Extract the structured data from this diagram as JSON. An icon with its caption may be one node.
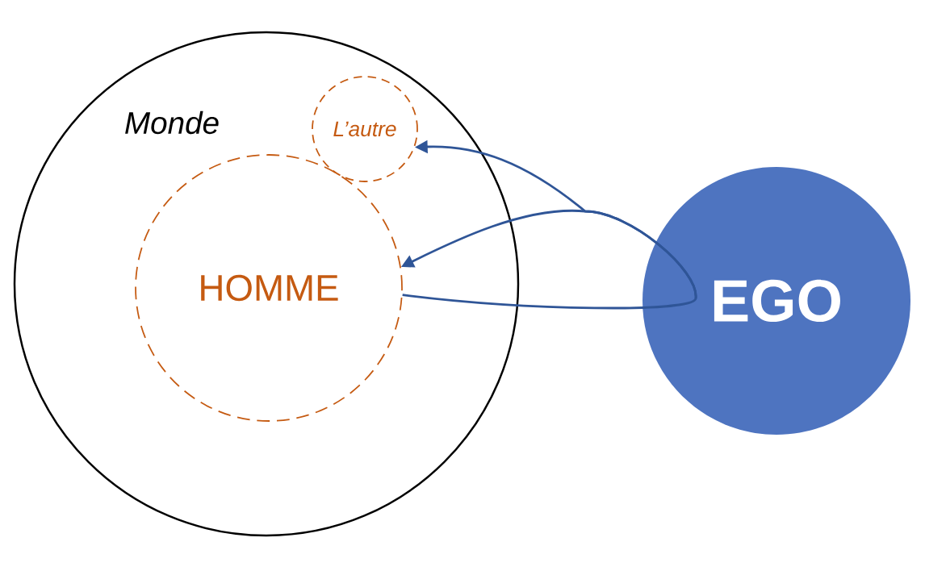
{
  "diagram": {
    "nodes": [
      {
        "text": [
          "Monde"
        ]
      },
      {
        "text": [
          "L’autre"
        ],
        "in": 0
      },
      {
        "text": [
          "HOMME"
        ],
        "in": 0
      },
      {
        "text": [
          "EGO"
        ]
      }
    ],
    "edges": [
      {
        "from": 2,
        "to": 3,
        "arrow": "none"
      },
      {
        "from": 3,
        "to": 1,
        "arrow": "to"
      },
      {
        "from": 3,
        "to": 2,
        "arrow": "to"
      }
    ]
  }
}
